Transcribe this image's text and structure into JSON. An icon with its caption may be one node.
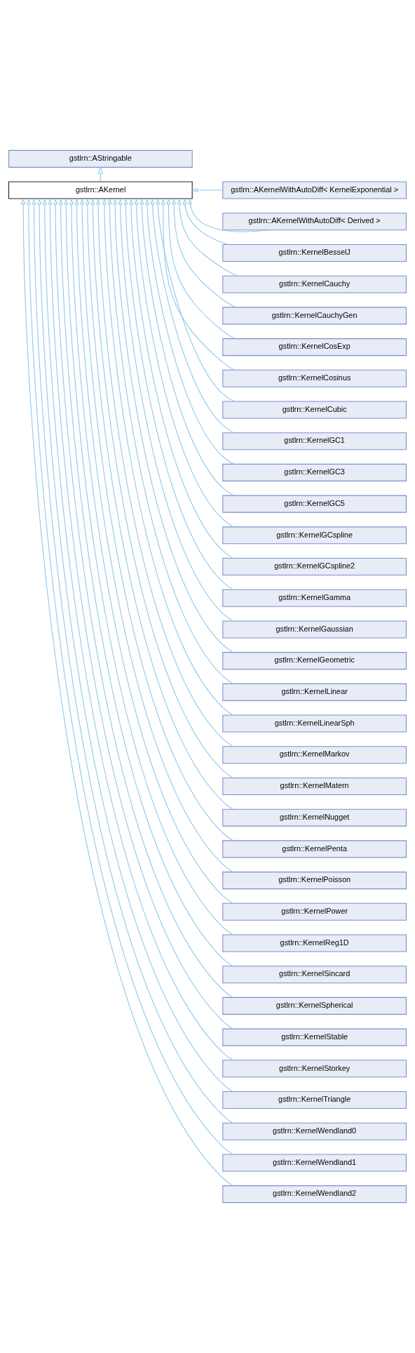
{
  "diagram": {
    "nodes": [
      {
        "text": [
          "gstlrn::AStringable"
        ]
      },
      {
        "text": [
          "gstlrn::AKernel"
        ]
      },
      {
        "text": [
          "gstlrn::AKernelWithAutoDiff< KernelExponential >"
        ]
      },
      {
        "text": [
          "gstlrn::AKernelWithAutoDiff< Derived >"
        ]
      },
      {
        "text": [
          "gstlrn::KernelBesselJ"
        ]
      },
      {
        "text": [
          "gstlrn::KernelCauchy"
        ]
      },
      {
        "text": [
          "gstlrn::KernelCauchyGen"
        ]
      },
      {
        "text": [
          "gstlrn::KernelCosExp"
        ]
      },
      {
        "text": [
          "gstlrn::KernelCosinus"
        ]
      },
      {
        "text": [
          "gstlrn::KernelCubic"
        ]
      },
      {
        "text": [
          "gstlrn::KernelGC1"
        ]
      },
      {
        "text": [
          "gstlrn::KernelGC3"
        ]
      },
      {
        "text": [
          "gstlrn::KernelGC5"
        ]
      },
      {
        "text": [
          "gstlrn::KernelGCspline"
        ]
      },
      {
        "text": [
          "gstlrn::KernelGCspline2"
        ]
      },
      {
        "text": [
          "gstlrn::KernelGamma"
        ]
      },
      {
        "text": [
          "gstlrn::KernelGaussian"
        ]
      },
      {
        "text": [
          "gstlrn::KernelGeometric"
        ]
      },
      {
        "text": [
          "gstlrn::KernelLinear"
        ]
      },
      {
        "text": [
          "gstlrn::KernelLinearSph"
        ]
      },
      {
        "text": [
          "gstlrn::KernelMarkov"
        ]
      },
      {
        "text": [
          "gstlrn::KernelMatern"
        ]
      },
      {
        "text": [
          "gstlrn::KernelNugget"
        ]
      },
      {
        "text": [
          "gstlrn::KernelPenta"
        ]
      },
      {
        "text": [
          "gstlrn::KernelPoisson"
        ]
      },
      {
        "text": [
          "gstlrn::KernelPower"
        ]
      },
      {
        "text": [
          "gstlrn::KernelReg1D"
        ]
      },
      {
        "text": [
          "gstlrn::KernelSincard"
        ]
      },
      {
        "text": [
          "gstlrn::KernelSpherical"
        ]
      },
      {
        "text": [
          "gstlrn::KernelStable"
        ]
      },
      {
        "text": [
          "gstlrn::KernelStorkey"
        ]
      },
      {
        "text": [
          "gstlrn::KernelTriangle"
        ]
      },
      {
        "text": [
          "gstlrn::KernelWendland0"
        ]
      },
      {
        "text": [
          "gstlrn::KernelWendland1"
        ]
      },
      {
        "text": [
          "gstlrn::KernelWendland2"
        ]
      }
    ],
    "edges": [
      {
        "from": 1,
        "to": 0,
        "arrow": "to"
      },
      {
        "from": 2,
        "to": 1,
        "arrow": "to"
      },
      {
        "from": 3,
        "to": 1,
        "arrow": "to"
      },
      {
        "from": 4,
        "to": 1,
        "arrow": "to"
      },
      {
        "from": 5,
        "to": 1,
        "arrow": "to"
      },
      {
        "from": 6,
        "to": 1,
        "arrow": "to"
      },
      {
        "from": 7,
        "to": 1,
        "arrow": "to"
      },
      {
        "from": 8,
        "to": 1,
        "arrow": "to"
      },
      {
        "from": 9,
        "to": 1,
        "arrow": "to"
      },
      {
        "from": 10,
        "to": 1,
        "arrow": "to"
      },
      {
        "from": 11,
        "to": 1,
        "arrow": "to"
      },
      {
        "from": 12,
        "to": 1,
        "arrow": "to"
      },
      {
        "from": 13,
        "to": 1,
        "arrow": "to"
      },
      {
        "from": 14,
        "to": 1,
        "arrow": "to"
      },
      {
        "from": 15,
        "to": 1,
        "arrow": "to"
      },
      {
        "from": 16,
        "to": 1,
        "arrow": "to"
      },
      {
        "from": 17,
        "to": 1,
        "arrow": "to"
      },
      {
        "from": 18,
        "to": 1,
        "arrow": "to"
      },
      {
        "from": 19,
        "to": 1,
        "arrow": "to"
      },
      {
        "from": 20,
        "to": 1,
        "arrow": "to"
      },
      {
        "from": 21,
        "to": 1,
        "arrow": "to"
      },
      {
        "from": 22,
        "to": 1,
        "arrow": "to"
      },
      {
        "from": 23,
        "to": 1,
        "arrow": "to"
      },
      {
        "from": 24,
        "to": 1,
        "arrow": "to"
      },
      {
        "from": 25,
        "to": 1,
        "arrow": "to"
      },
      {
        "from": 26,
        "to": 1,
        "arrow": "to"
      },
      {
        "from": 27,
        "to": 1,
        "arrow": "to"
      },
      {
        "from": 28,
        "to": 1,
        "arrow": "to"
      },
      {
        "from": 29,
        "to": 1,
        "arrow": "to"
      },
      {
        "from": 30,
        "to": 1,
        "arrow": "to"
      },
      {
        "from": 31,
        "to": 1,
        "arrow": "to"
      },
      {
        "from": 32,
        "to": 1,
        "arrow": "to"
      },
      {
        "from": 33,
        "to": 1,
        "arrow": "to"
      },
      {
        "from": 34,
        "to": 1,
        "arrow": "to"
      }
    ]
  }
}
